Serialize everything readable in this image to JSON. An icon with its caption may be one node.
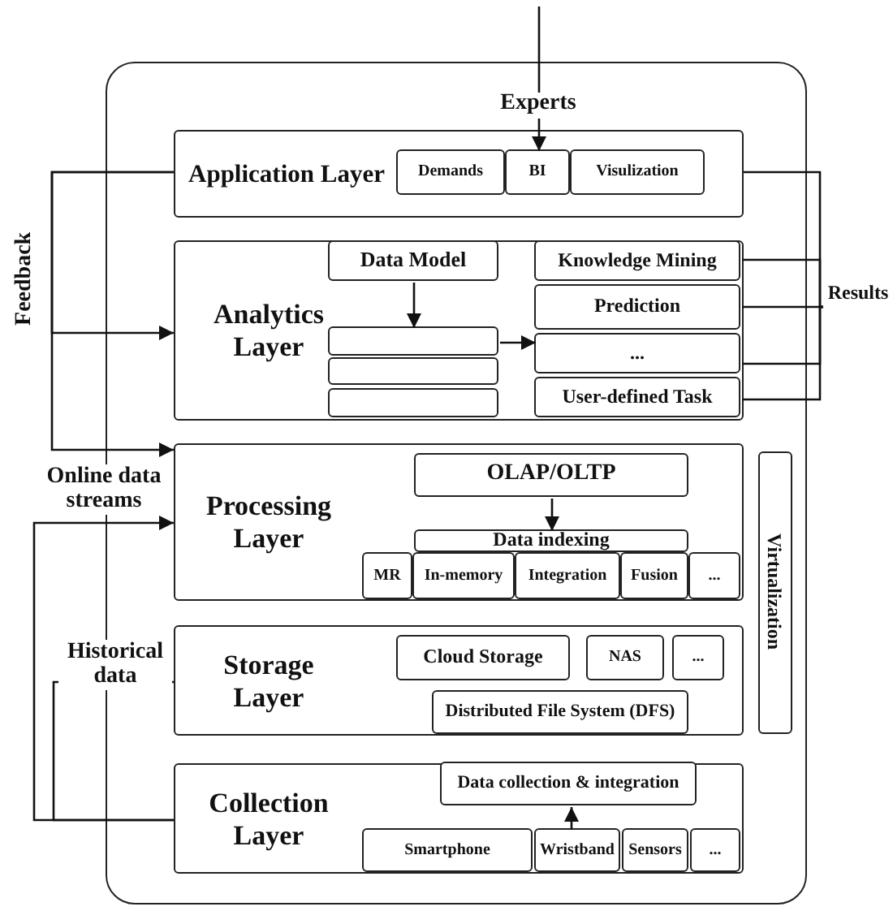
{
  "diagram": {
    "nodes": [
      {
        "text": [],
        "shape": "box"
      },
      {
        "text": [
          "Experts"
        ],
        "in": 0
      },
      {
        "text": [
          "Application Layer"
        ],
        "in": 0
      },
      {
        "text": [
          "Demands"
        ],
        "in": 2
      },
      {
        "text": [
          "BI"
        ],
        "in": 2
      },
      {
        "text": [
          "Visulization"
        ],
        "in": 2
      },
      {
        "text": [
          "Analytics Layer"
        ],
        "in": 0
      },
      {
        "text": [
          "Data Model"
        ],
        "in": 6
      },
      {
        "text": [],
        "shape": "box",
        "in": 6
      },
      {
        "text": [],
        "shape": "box",
        "in": 6
      },
      {
        "text": [],
        "shape": "box",
        "in": 6
      },
      {
        "text": [
          "Knowledge Mining"
        ],
        "in": 6
      },
      {
        "text": [
          "Prediction"
        ],
        "in": 6
      },
      {
        "text": [
          "..."
        ],
        "in": 6
      },
      {
        "text": [
          "User-defined Task"
        ],
        "in": 6
      },
      {
        "text": [
          "Processing Layer"
        ],
        "in": 0
      },
      {
        "text": [
          "OLAP/OLTP"
        ],
        "in": 15
      },
      {
        "text": [
          "Data indexing"
        ],
        "in": 15
      },
      {
        "text": [
          "MR"
        ],
        "in": 15
      },
      {
        "text": [
          "In-memory"
        ],
        "in": 15
      },
      {
        "text": [
          "Integration"
        ],
        "in": 15
      },
      {
        "text": [
          "Fusion"
        ],
        "in": 15
      },
      {
        "text": [
          "..."
        ],
        "in": 15
      },
      {
        "text": [
          "Storage Layer"
        ],
        "in": 0
      },
      {
        "text": [
          "Cloud Storage"
        ],
        "in": 23
      },
      {
        "text": [
          "NAS"
        ],
        "in": 23
      },
      {
        "text": [
          "..."
        ],
        "in": 23
      },
      {
        "text": [
          "Distributed File System (DFS)"
        ],
        "in": 23
      },
      {
        "text": [
          "Collection Layer"
        ],
        "in": 0
      },
      {
        "text": [
          "Data collection & integration"
        ],
        "in": 28
      },
      {
        "text": [
          "Smartphone"
        ],
        "in": 28
      },
      {
        "text": [
          "Wristband"
        ],
        "in": 28
      },
      {
        "text": [
          "Sensors"
        ],
        "in": 28
      },
      {
        "text": [
          "..."
        ],
        "in": 28
      },
      {
        "text": [
          "Virtualization"
        ],
        "in": 0
      },
      {
        "text": [
          "Results"
        ]
      }
    ],
    "edges": [
      {
        "from": null,
        "to": 1,
        "arrow": "none"
      },
      {
        "from": 1,
        "to": 4,
        "arrow": "to"
      },
      {
        "from": 2,
        "to": 6,
        "arrow": "to",
        "label": "Feedback"
      },
      {
        "from": 2,
        "to": 15,
        "arrow": "to"
      },
      {
        "from": 7,
        "to": 8,
        "arrow": "to"
      },
      {
        "from": 8,
        "to": 13,
        "arrow": "to"
      },
      {
        "from": 2,
        "to": 35,
        "arrow": "none"
      },
      {
        "from": 11,
        "to": 35,
        "arrow": "none"
      },
      {
        "from": 12,
        "to": 35,
        "arrow": "none"
      },
      {
        "from": 13,
        "to": 35,
        "arrow": "none"
      },
      {
        "from": 14,
        "to": 35,
        "arrow": "none"
      },
      {
        "from": 16,
        "to": 17,
        "arrow": "to"
      },
      {
        "from": 28,
        "to": 15,
        "arrow": "to",
        "label": "Online data streams"
      },
      {
        "from": 28,
        "to": 23,
        "arrow": "to",
        "label": "Historical data"
      },
      {
        "from": 31,
        "to": 29,
        "arrow": "to"
      }
    ]
  }
}
